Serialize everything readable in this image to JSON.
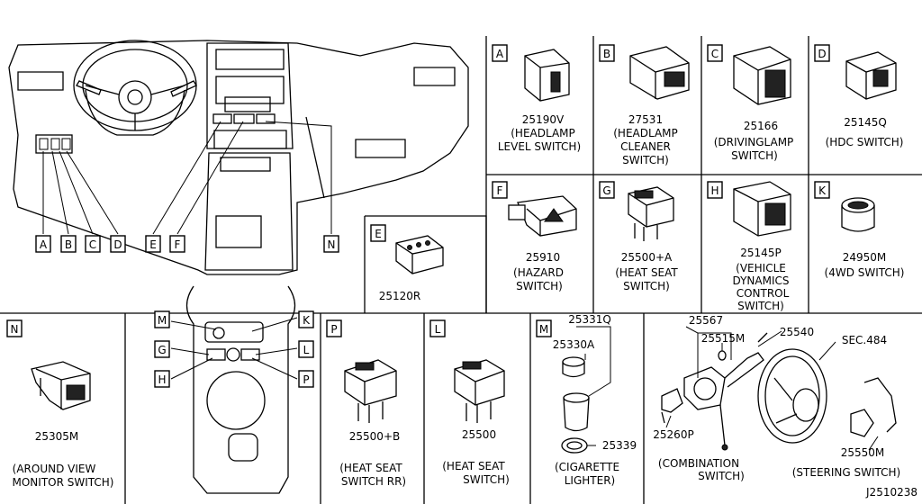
{
  "diagram": {
    "ref_code": "J2510238",
    "overview_letters": {
      "A": "A",
      "B": "B",
      "C": "C",
      "D": "D",
      "E": "E",
      "F": "F",
      "N": "N",
      "M": "M",
      "G": "G",
      "H": "H",
      "K": "K",
      "L": "L",
      "P": "P"
    },
    "panels": {
      "A": {
        "letter": "A",
        "part": "25190V",
        "desc": [
          "(HEADLAMP",
          "LEVEL SWITCH)"
        ]
      },
      "B": {
        "letter": "B",
        "part": "27531",
        "desc": [
          "(HEADLAMP",
          "CLEANER",
          "SWITCH)"
        ]
      },
      "C": {
        "letter": "C",
        "part": "25166",
        "desc": [
          "(DRIVINGLAMP",
          "SWITCH)"
        ]
      },
      "D": {
        "letter": "D",
        "part": "25145Q",
        "desc": [
          "(HDC SWITCH)"
        ]
      },
      "E": {
        "letter": "E",
        "part": "25120R",
        "desc": []
      },
      "F": {
        "letter": "F",
        "part": "25910",
        "desc": [
          "(HAZARD",
          "SWITCH)"
        ]
      },
      "G": {
        "letter": "G",
        "part": "25500+A",
        "desc": [
          "(HEAT SEAT",
          "SWITCH)"
        ]
      },
      "H": {
        "letter": "H",
        "part": "25145P",
        "desc": [
          "(VEHICLE",
          "DYNAMICS",
          "CONTROL",
          "SWITCH)"
        ]
      },
      "K": {
        "letter": "K",
        "part": "24950M",
        "desc": [
          "(4WD SWITCH)"
        ]
      },
      "N": {
        "letter": "N",
        "part": "25305M",
        "desc": [
          "(AROUND VIEW",
          "MONITOR SWITCH)"
        ]
      },
      "P": {
        "letter": "P",
        "part": "25500+B",
        "desc": [
          "(HEAT SEAT",
          "SWITCH RR)"
        ]
      },
      "L": {
        "letter": "L",
        "part": "25500",
        "desc": [
          "(HEAT SEAT",
          "SWITCH)"
        ]
      },
      "M": {
        "letter": "M",
        "parts": [
          "25331Q",
          "25330A",
          "25339"
        ],
        "desc": [
          "(CIGARETTE",
          "LIGHTER)"
        ]
      }
    },
    "combination": {
      "parts": [
        "25567",
        "25515M",
        "25540",
        "SEC.484",
        "25260P",
        "25550M"
      ],
      "desc1": "(COMBINATION",
      "desc2": "SWITCH)",
      "desc3": "(STEERING SWITCH)"
    }
  }
}
